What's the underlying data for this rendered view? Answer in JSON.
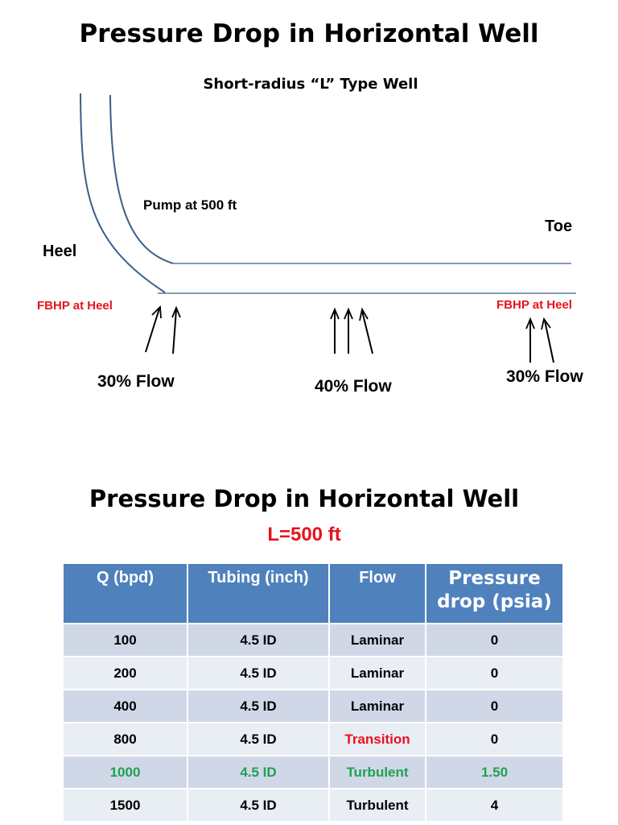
{
  "slide1": {
    "title": "Pressure Drop in Horizontal Well",
    "subtitle": "Short-radius “L” Type Well",
    "labels": {
      "pump": "Pump at 500 ft",
      "toe": "Toe",
      "heel": "Heel",
      "fbhp_left": "FBHP at Heel",
      "fbhp_right": "FBHP at Heel",
      "flow_left": "30% Flow",
      "flow_middle": "40% Flow",
      "flow_right": "30% Flow"
    },
    "colors": {
      "well_line": "#3a5f86",
      "arrow": "#000000",
      "fbhp": "#e8121c"
    }
  },
  "slide2": {
    "title": "Pressure Drop in Horizontal Well",
    "length_label": "L=500 ft",
    "table": {
      "headers": [
        "Q (bpd)",
        "Tubing (inch)",
        "Flow",
        "Pressure drop (psia)"
      ],
      "rows": [
        {
          "q": "100",
          "tubing": "4.5 ID",
          "flow": "Laminar",
          "dp": "0",
          "highlight": "none"
        },
        {
          "q": "200",
          "tubing": "4.5 ID",
          "flow": "Laminar",
          "dp": "0",
          "highlight": "none"
        },
        {
          "q": "400",
          "tubing": "4.5 ID",
          "flow": "Laminar",
          "dp": "0",
          "highlight": "none"
        },
        {
          "q": "800",
          "tubing": "4.5 ID",
          "flow": "Transition",
          "dp": "0",
          "highlight": "flow-red"
        },
        {
          "q": "1000",
          "tubing": "4.5 ID",
          "flow": "Turbulent",
          "dp": "1.50",
          "highlight": "row-green"
        },
        {
          "q": "1500",
          "tubing": "4.5 ID",
          "flow": "Turbulent",
          "dp": "4",
          "highlight": "none"
        }
      ],
      "colors": {
        "header_bg": "#4f81bd",
        "row_dark": "#d0d8e8",
        "row_light": "#e9edf4",
        "red": "#e8121c",
        "green": "#20a050"
      }
    }
  }
}
